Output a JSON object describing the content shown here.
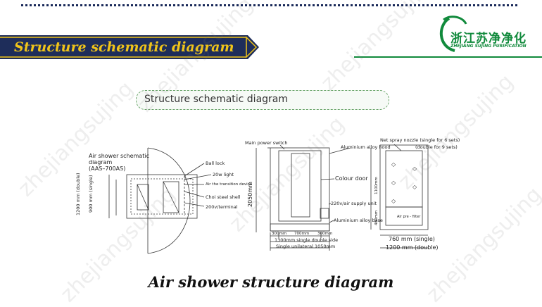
{
  "banner": {
    "title": "Structure schematic diagram"
  },
  "logo": {
    "cn": "浙江苏净净化",
    "en": "ZHEJIANG SUJING PURIFICATION"
  },
  "section": {
    "title": "Structure schematic diagram"
  },
  "watermark": "zhejiangsujing",
  "left_view": {
    "title_line1": "Air shower schematic",
    "title_line2": "diagram",
    "title_line3": "(AAS–700AS)",
    "ball_lock": "Ball lock",
    "light": "20w light",
    "transition": "Air the transition device",
    "shell": "Choi steel shell",
    "terminal": "200v/terminal",
    "dim_double": "1200 mm (double)",
    "dim_single": "900 mm (single)"
  },
  "front_view": {
    "main_switch": "Main power switch",
    "height": "2050mm",
    "dim_300a": "300mm",
    "dim_700": "700mm",
    "dim_300b": "300mm",
    "dim_1300": "1300mm single double side",
    "dim_1050": "Single unilateral 1050mm",
    "alloy_hood": "Aluminium alloy hood",
    "colour_door": "Colour door",
    "supply_unit": "220v/air supply unit",
    "alloy_base": "Aluminium alloy base"
  },
  "side_view": {
    "nozzle_line1": "Net spray nozzle (single for 6 sets)",
    "nozzle_line2": "(double for 9 sets)",
    "dim_1100": "1100mm",
    "dim_460": "460mm",
    "filter": "Air pre - filter",
    "dim_760": "760 mm (single)",
    "dim_1200": "1200 mm (double)"
  },
  "caption": "Air shower structure diagram",
  "colors": {
    "banner_navy": "#1e2d5a",
    "banner_gold": "#f0c419",
    "brand_green": "#118a3c"
  }
}
